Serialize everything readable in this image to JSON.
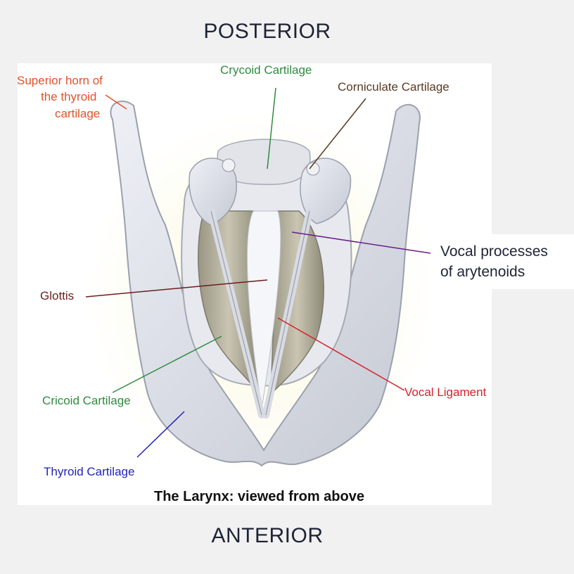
{
  "orientation": {
    "top": "POSTERIOR",
    "bottom": "ANTERIOR"
  },
  "caption": "The Larynx: viewed from above",
  "labels": {
    "superior_horn": [
      "Superior horn of",
      "the thyroid",
      "cartilage"
    ],
    "crycoid_top": "Crycoid Cartilage",
    "corniculate": "Corniculate Cartilage",
    "vocal_processes": [
      "Vocal processes",
      "of arytenoids"
    ],
    "glottis": "Glottis",
    "cricoid": "Cricoid Cartilage",
    "vocal_ligament": "Vocal Ligament",
    "thyroid": "Thyroid Cartilage"
  },
  "colors": {
    "superior_horn": "#e0532a",
    "crycoid": "#2e8b3e",
    "corniculate": "#5a3a22",
    "vocal_processes": "#6a1f8a",
    "glottis": "#6b1d1d",
    "vocal_ligament": "#d4222a",
    "thyroid": "#2323b8"
  }
}
